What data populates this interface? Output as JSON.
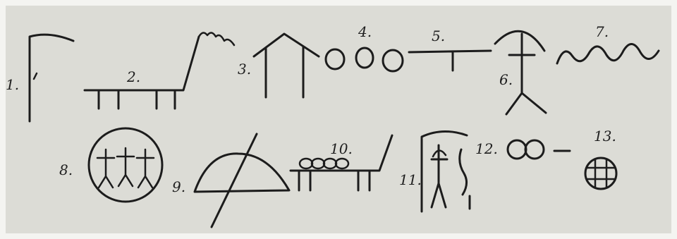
{
  "figure": {
    "labels": {
      "n1": "1.",
      "n2": "2.",
      "n3": "3.",
      "n4": "4.",
      "n5": "5.",
      "n6": "6.",
      "n7": "7.",
      "n8": "8.",
      "n9": "9.",
      "n10": "10.",
      "n11": "11.",
      "n12": "12.",
      "n13": "13."
    },
    "ink_color": "#1c1c1c",
    "paper_color": "#dcdcd6"
  }
}
